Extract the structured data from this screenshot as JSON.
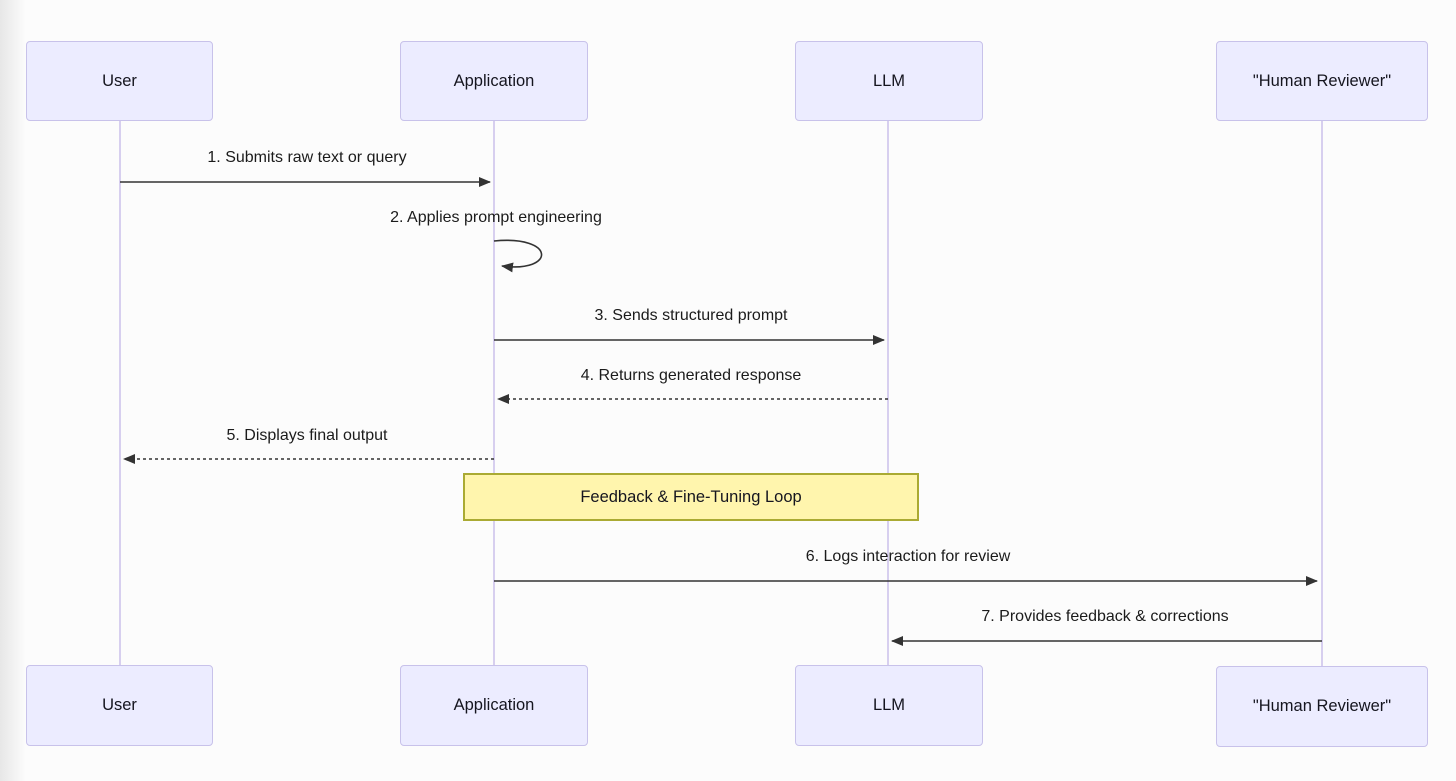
{
  "diagram": {
    "type": "sequence-diagram",
    "colors": {
      "background": "#fcfcfc",
      "actor_fill": "#ECECFF",
      "actor_border": "#c8c2ea",
      "lifeline": "#d7cfef",
      "arrow": "#333333",
      "note_fill": "#fff5ad",
      "note_border": "#aaaa33",
      "text": "#1b1b1b"
    },
    "actors": [
      {
        "id": "user",
        "label": "User"
      },
      {
        "id": "application",
        "label": "Application"
      },
      {
        "id": "llm",
        "label": "LLM"
      },
      {
        "id": "human-reviewer",
        "label": "\"Human Reviewer\""
      }
    ],
    "messages": [
      {
        "order": 1,
        "label": "1. Submits raw text or query",
        "from": "User",
        "to": "Application",
        "style": "solid"
      },
      {
        "order": 2,
        "label": "2. Applies prompt engineering",
        "from": "Application",
        "to": "Application",
        "style": "self-loop"
      },
      {
        "order": 3,
        "label": "3. Sends structured prompt",
        "from": "Application",
        "to": "LLM",
        "style": "solid"
      },
      {
        "order": 4,
        "label": "4. Returns generated response",
        "from": "LLM",
        "to": "Application",
        "style": "dashed"
      },
      {
        "order": 5,
        "label": "5. Displays final output",
        "from": "Application",
        "to": "User",
        "style": "dashed"
      },
      {
        "order": 6,
        "label": "6. Logs interaction for review",
        "from": "Application",
        "to": "\"Human Reviewer\"",
        "style": "solid"
      },
      {
        "order": 7,
        "label": "7. Provides feedback & corrections",
        "from": "\"Human Reviewer\"",
        "to": "LLM",
        "style": "solid"
      }
    ],
    "note": {
      "label": "Feedback & Fine-Tuning Loop",
      "over": [
        "Application",
        "LLM"
      ]
    }
  }
}
